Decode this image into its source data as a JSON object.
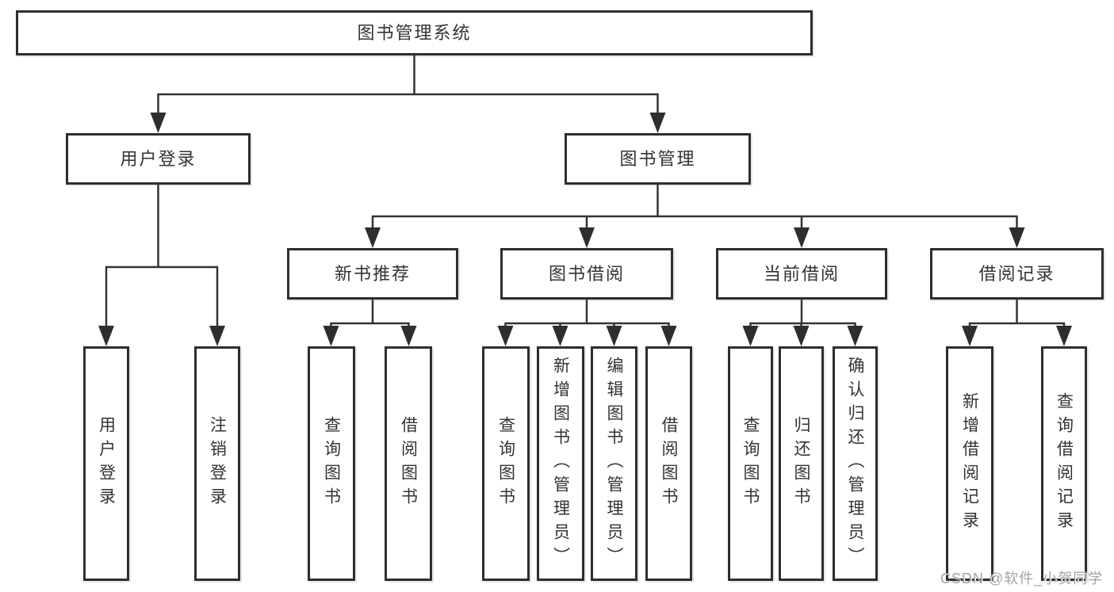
{
  "diagram": {
    "type": "tree",
    "background_color": "#ffffff",
    "line_color": "#333333",
    "box_border_color": "#2e2e2e",
    "text_color": "#333333",
    "root": {
      "label": "图书管理系统",
      "children": [
        {
          "label": "用户登录",
          "children": [
            {
              "label": "用户登录"
            },
            {
              "label": "注销登录"
            }
          ]
        },
        {
          "label": "图书管理",
          "children": [
            {
              "label": "新书推荐",
              "children": [
                {
                  "label": "查询图书"
                },
                {
                  "label": "借阅图书"
                }
              ]
            },
            {
              "label": "图书借阅",
              "children": [
                {
                  "label": "查询图书"
                },
                {
                  "label": "新增图书（管理员）"
                },
                {
                  "label": "编辑图书（管理员）"
                },
                {
                  "label": "借阅图书"
                }
              ]
            },
            {
              "label": "当前借阅",
              "children": [
                {
                  "label": "查询图书"
                },
                {
                  "label": "归还图书"
                },
                {
                  "label": "确认归还（管理员）"
                }
              ]
            },
            {
              "label": "借阅记录",
              "children": [
                {
                  "label": "新增借阅记录"
                },
                {
                  "label": "查询借阅记录"
                }
              ]
            }
          ]
        }
      ]
    },
    "watermark": {
      "text": "CSDN @软件_小贺同学",
      "color": "#a3a3a3"
    }
  }
}
